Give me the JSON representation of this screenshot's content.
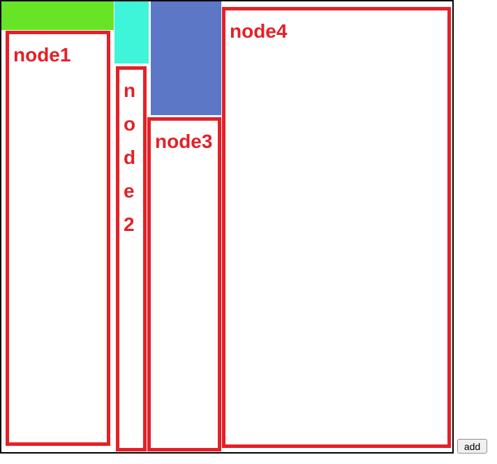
{
  "stage": {
    "blocks": [
      {
        "name": "green-block",
        "color": "#67e425"
      },
      {
        "name": "cyan-block",
        "color": "#3ef5d9"
      },
      {
        "name": "blue-block",
        "color": "#5b77c5"
      }
    ],
    "nodes": [
      {
        "label": "node1"
      },
      {
        "label": "node2"
      },
      {
        "label": "node3"
      },
      {
        "label": "node4"
      }
    ]
  },
  "controls": {
    "add_label": "add"
  },
  "colors": {
    "green": "#67e425",
    "cyan": "#3ef5d9",
    "blue": "#5b77c5",
    "node_red": "#e32127",
    "frame": "#000000",
    "button_bg": "#f0f0f0",
    "button_border": "#8f8f8f"
  }
}
